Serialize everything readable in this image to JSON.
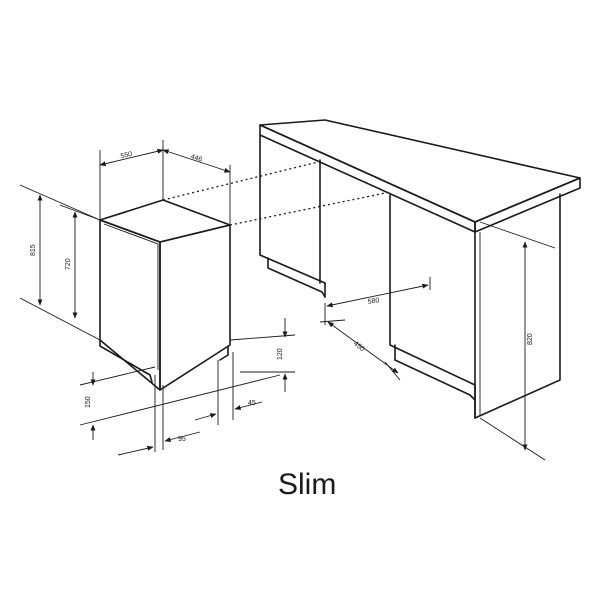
{
  "title": "Slim",
  "dimensions": {
    "depth_top": "550",
    "width_top": "446",
    "total_height": "815",
    "body_height": "720",
    "plinth_height": "120",
    "foot_height": "150",
    "foot_offset": "45",
    "toe_offset": "95",
    "niche_depth": "580",
    "niche_width": "450",
    "niche_height": "820"
  },
  "colors": {
    "line": "#1a1a1a",
    "background": "#ffffff"
  }
}
